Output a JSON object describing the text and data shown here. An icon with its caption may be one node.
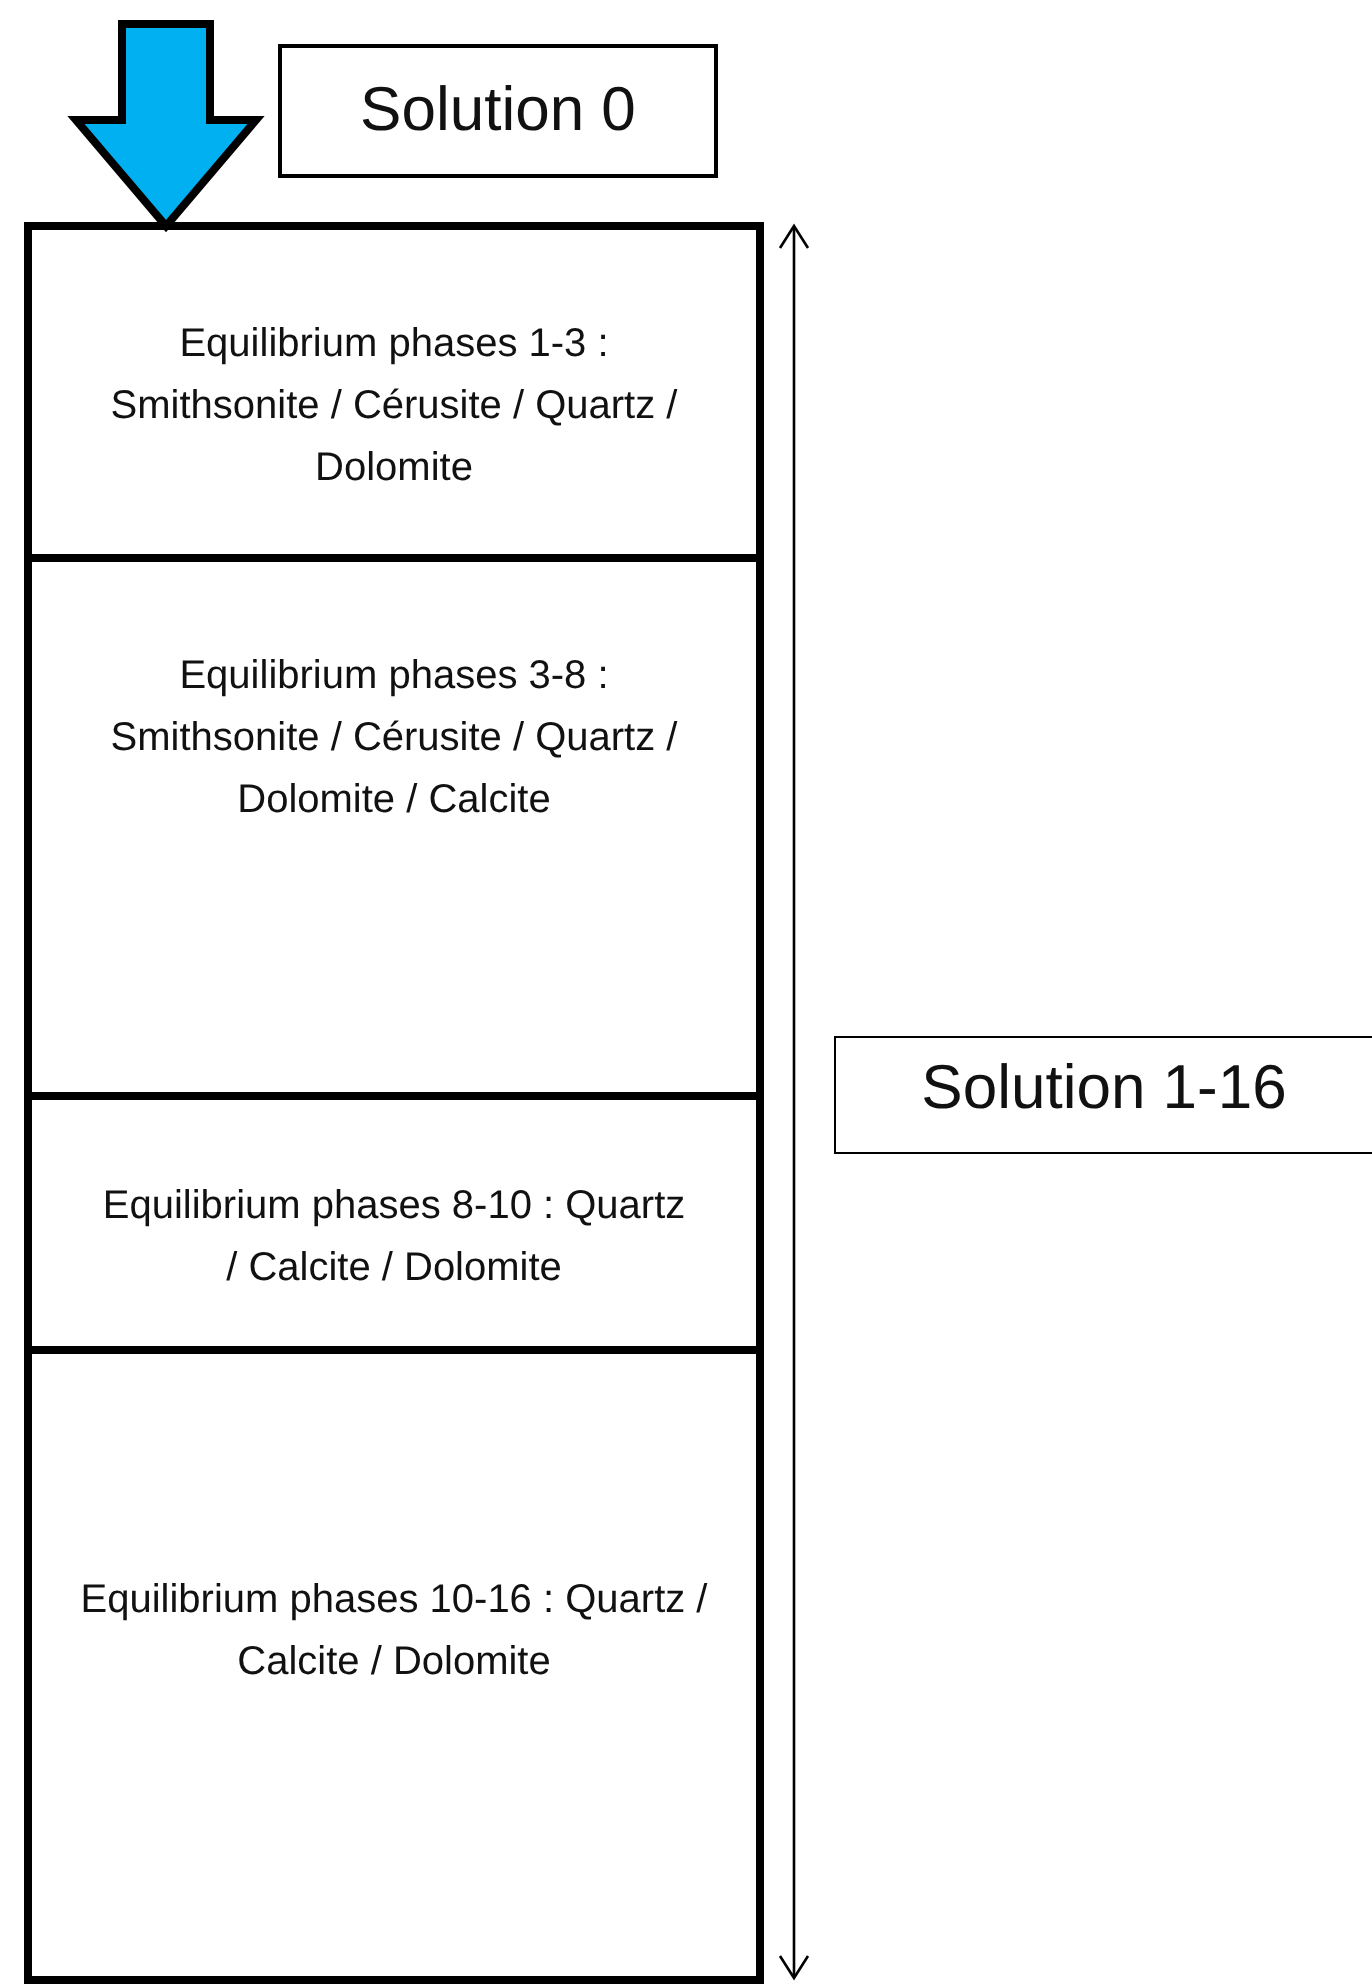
{
  "diagram": {
    "nodes": [
      {
        "text": [
          "Solution 0"
        ]
      },
      {
        "text": [
          "Equilibrium phases 1-3 : Smithsonite / Cérusite / Quartz / Dolomite"
        ]
      },
      {
        "text": [
          "Equilibrium phases 3-8 : Smithsonite / Cérusite / Quartz / Dolomite / Calcite"
        ]
      },
      {
        "text": [
          "Equilibrium phases 8-10 : Quartz / Calcite / Dolomite"
        ]
      },
      {
        "text": [
          "Equilibrium phases 10-16 : Quartz / Calcite / Dolomite"
        ]
      },
      {
        "text": [
          "Solution 1-16"
        ]
      }
    ],
    "edges": [
      {
        "from": null,
        "to": 1,
        "arrow": "to",
        "style": "thick",
        "color": "#00b0f0"
      }
    ]
  }
}
